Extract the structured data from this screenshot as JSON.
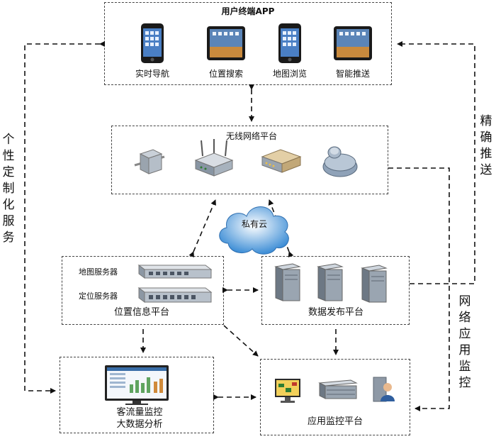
{
  "app": {
    "title": "用户终端APP",
    "devices": [
      {
        "label": "实时导航",
        "icon": "phone-icon"
      },
      {
        "label": "位置搜索",
        "icon": "tablet-icon"
      },
      {
        "label": "地图浏览",
        "icon": "phone-icon"
      },
      {
        "label": "智能推送",
        "icon": "tablet-icon"
      }
    ]
  },
  "wireless": {
    "title": "无线网络平台",
    "devices": [
      "poe-injector-icon",
      "wireless-router-icon",
      "switch-icon",
      "access-point-icon"
    ]
  },
  "cloud": {
    "label": "私有云"
  },
  "location": {
    "title": "位置信息平台",
    "map_server": "地图服务器",
    "pos_server": "定位服务器"
  },
  "publish": {
    "title": "数据发布平台"
  },
  "flow": {
    "line1": "客流量监控",
    "line2": "大数据分析"
  },
  "monitor": {
    "title": "应用监控平台"
  },
  "side": {
    "left": [
      "个",
      "性",
      "定",
      "制",
      "化",
      "服",
      "务"
    ],
    "right_top": [
      "精",
      "确",
      "推",
      "送"
    ],
    "right_bottom": [
      "网",
      "络",
      "应",
      "用",
      "监",
      "控"
    ]
  },
  "colors": {
    "border": "#444444",
    "screen": "#2f5e9e",
    "cloud": "#3e8ed6",
    "server": "#8d97a3"
  }
}
